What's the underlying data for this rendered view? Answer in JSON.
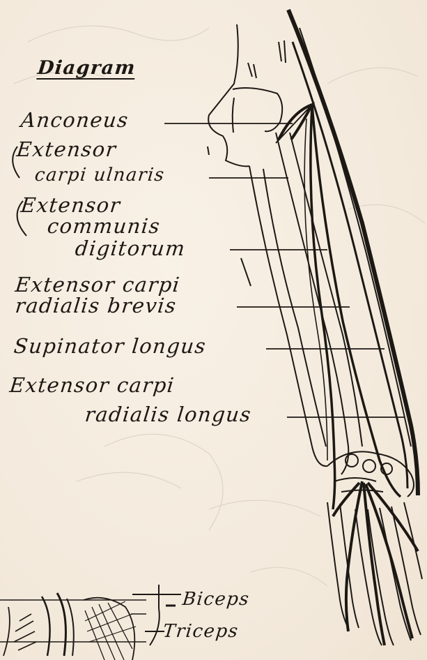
{
  "diagram": {
    "title": "Diagram",
    "labels": {
      "anconeus": "Anconeus",
      "ecu_1": "Extensor",
      "ecu_2": "carpi ulnaris",
      "ecd_1": "Extensor",
      "ecd_2": "communis",
      "ecd_3": "digitorum",
      "ecrb_1": "Extensor carpi",
      "ecrb_2": "radialis brevis",
      "supinator": "Supinator longus",
      "ecrl_1": "Extensor carpi",
      "ecrl_2": "radialis longus"
    },
    "legend": {
      "biceps": "Biceps",
      "triceps": "Triceps"
    }
  }
}
